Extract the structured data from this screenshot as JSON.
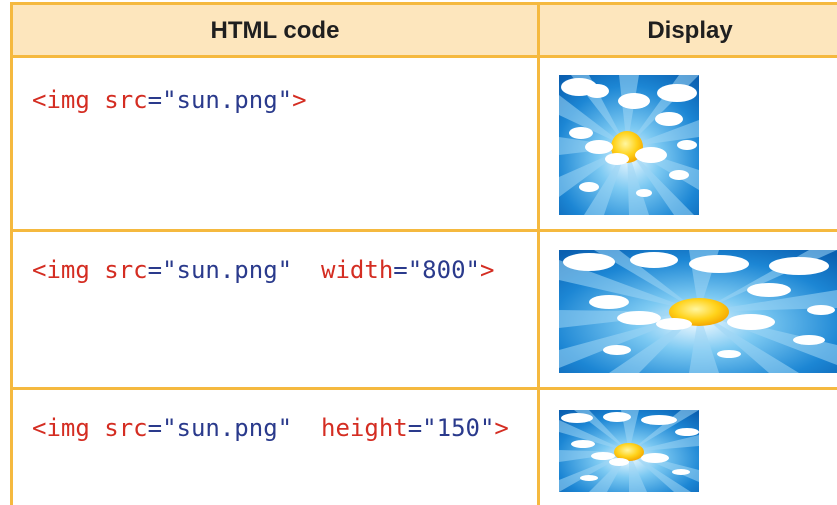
{
  "header": {
    "code_label": "HTML code",
    "display_label": "Display"
  },
  "rows": [
    {
      "open": "<img",
      "attr1": "src",
      "eq1": "=",
      "val1": "\"sun.png\"",
      "attr2": "",
      "eq2": "",
      "val2": "",
      "close": ">",
      "image_icon": "sun-in-sky-image"
    },
    {
      "open": "<img",
      "attr1": "src",
      "eq1": "=",
      "val1": "\"sun.png\"",
      "attr2": "width",
      "eq2": "=",
      "val2": "\"800\"",
      "close": ">",
      "image_icon": "sun-in-sky-image-wide"
    },
    {
      "open": "<img",
      "attr1": "src",
      "eq1": "=",
      "val1": "\"sun.png\"",
      "attr2": "height",
      "eq2": "=",
      "val2": "\"150\"",
      "close": ">",
      "image_icon": "sun-in-sky-image-short"
    }
  ],
  "colors": {
    "border": "#f5b93f",
    "header_bg": "#fde6bd",
    "tag_red": "#d42d22",
    "value_blue": "#2a3a8c",
    "sky_blue": "#1e88d6",
    "sun_yellow": "#ffd21a"
  }
}
